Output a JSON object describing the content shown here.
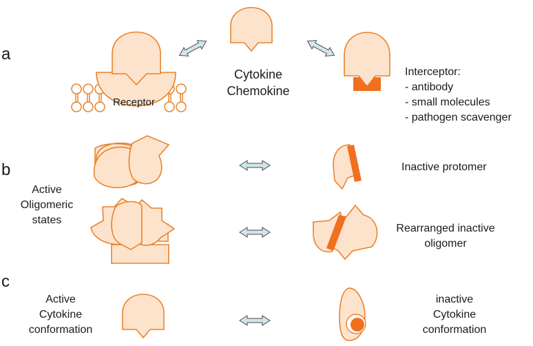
{
  "colors": {
    "shape_fill": "#fde3cc",
    "shape_stroke": "#e8822a",
    "inhibitor": "#f07020",
    "arrow_fill": "#cfe6ea",
    "arrow_stroke": "#4a4a4a",
    "text": "#1a1a1a"
  },
  "panel_a": {
    "letter": "a",
    "receptor_label": "Receptor",
    "cytokine_label_line1": "Cytokine",
    "cytokine_label_line2": "Chemokine",
    "interceptor_title": "Interceptor:",
    "interceptor_items": [
      "- antibody",
      "- small molecules",
      "- pathogen scavenger"
    ]
  },
  "panel_b": {
    "letter": "b",
    "active_line1": "Active",
    "active_line2": "Oligomeric",
    "active_line3": "states",
    "inactive_protomer": "Inactive protomer",
    "rearranged_line1": "Rearranged inactive",
    "rearranged_line2": "oligomer"
  },
  "panel_c": {
    "letter": "c",
    "active_line1": "Active",
    "active_line2": "Cytokine",
    "active_line3": "conformation",
    "inactive_line1": "inactive",
    "inactive_line2": "Cytokine",
    "inactive_line3": "conformation"
  }
}
